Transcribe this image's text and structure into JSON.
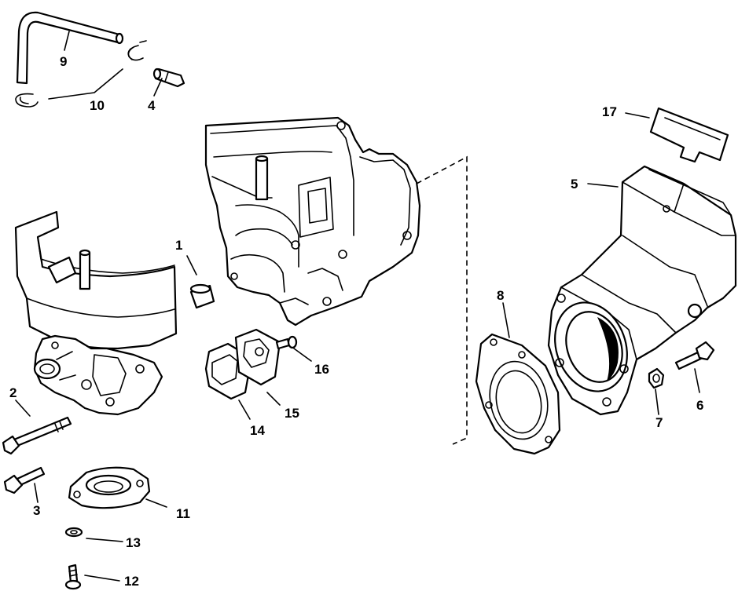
{
  "callouts": [
    "1",
    "2",
    "3",
    "4",
    "5",
    "6",
    "7",
    "8",
    "9",
    "10",
    "11",
    "12",
    "13",
    "14",
    "15",
    "16",
    "17"
  ],
  "colors": {
    "ink": "#000000",
    "paper": "#ffffff"
  }
}
